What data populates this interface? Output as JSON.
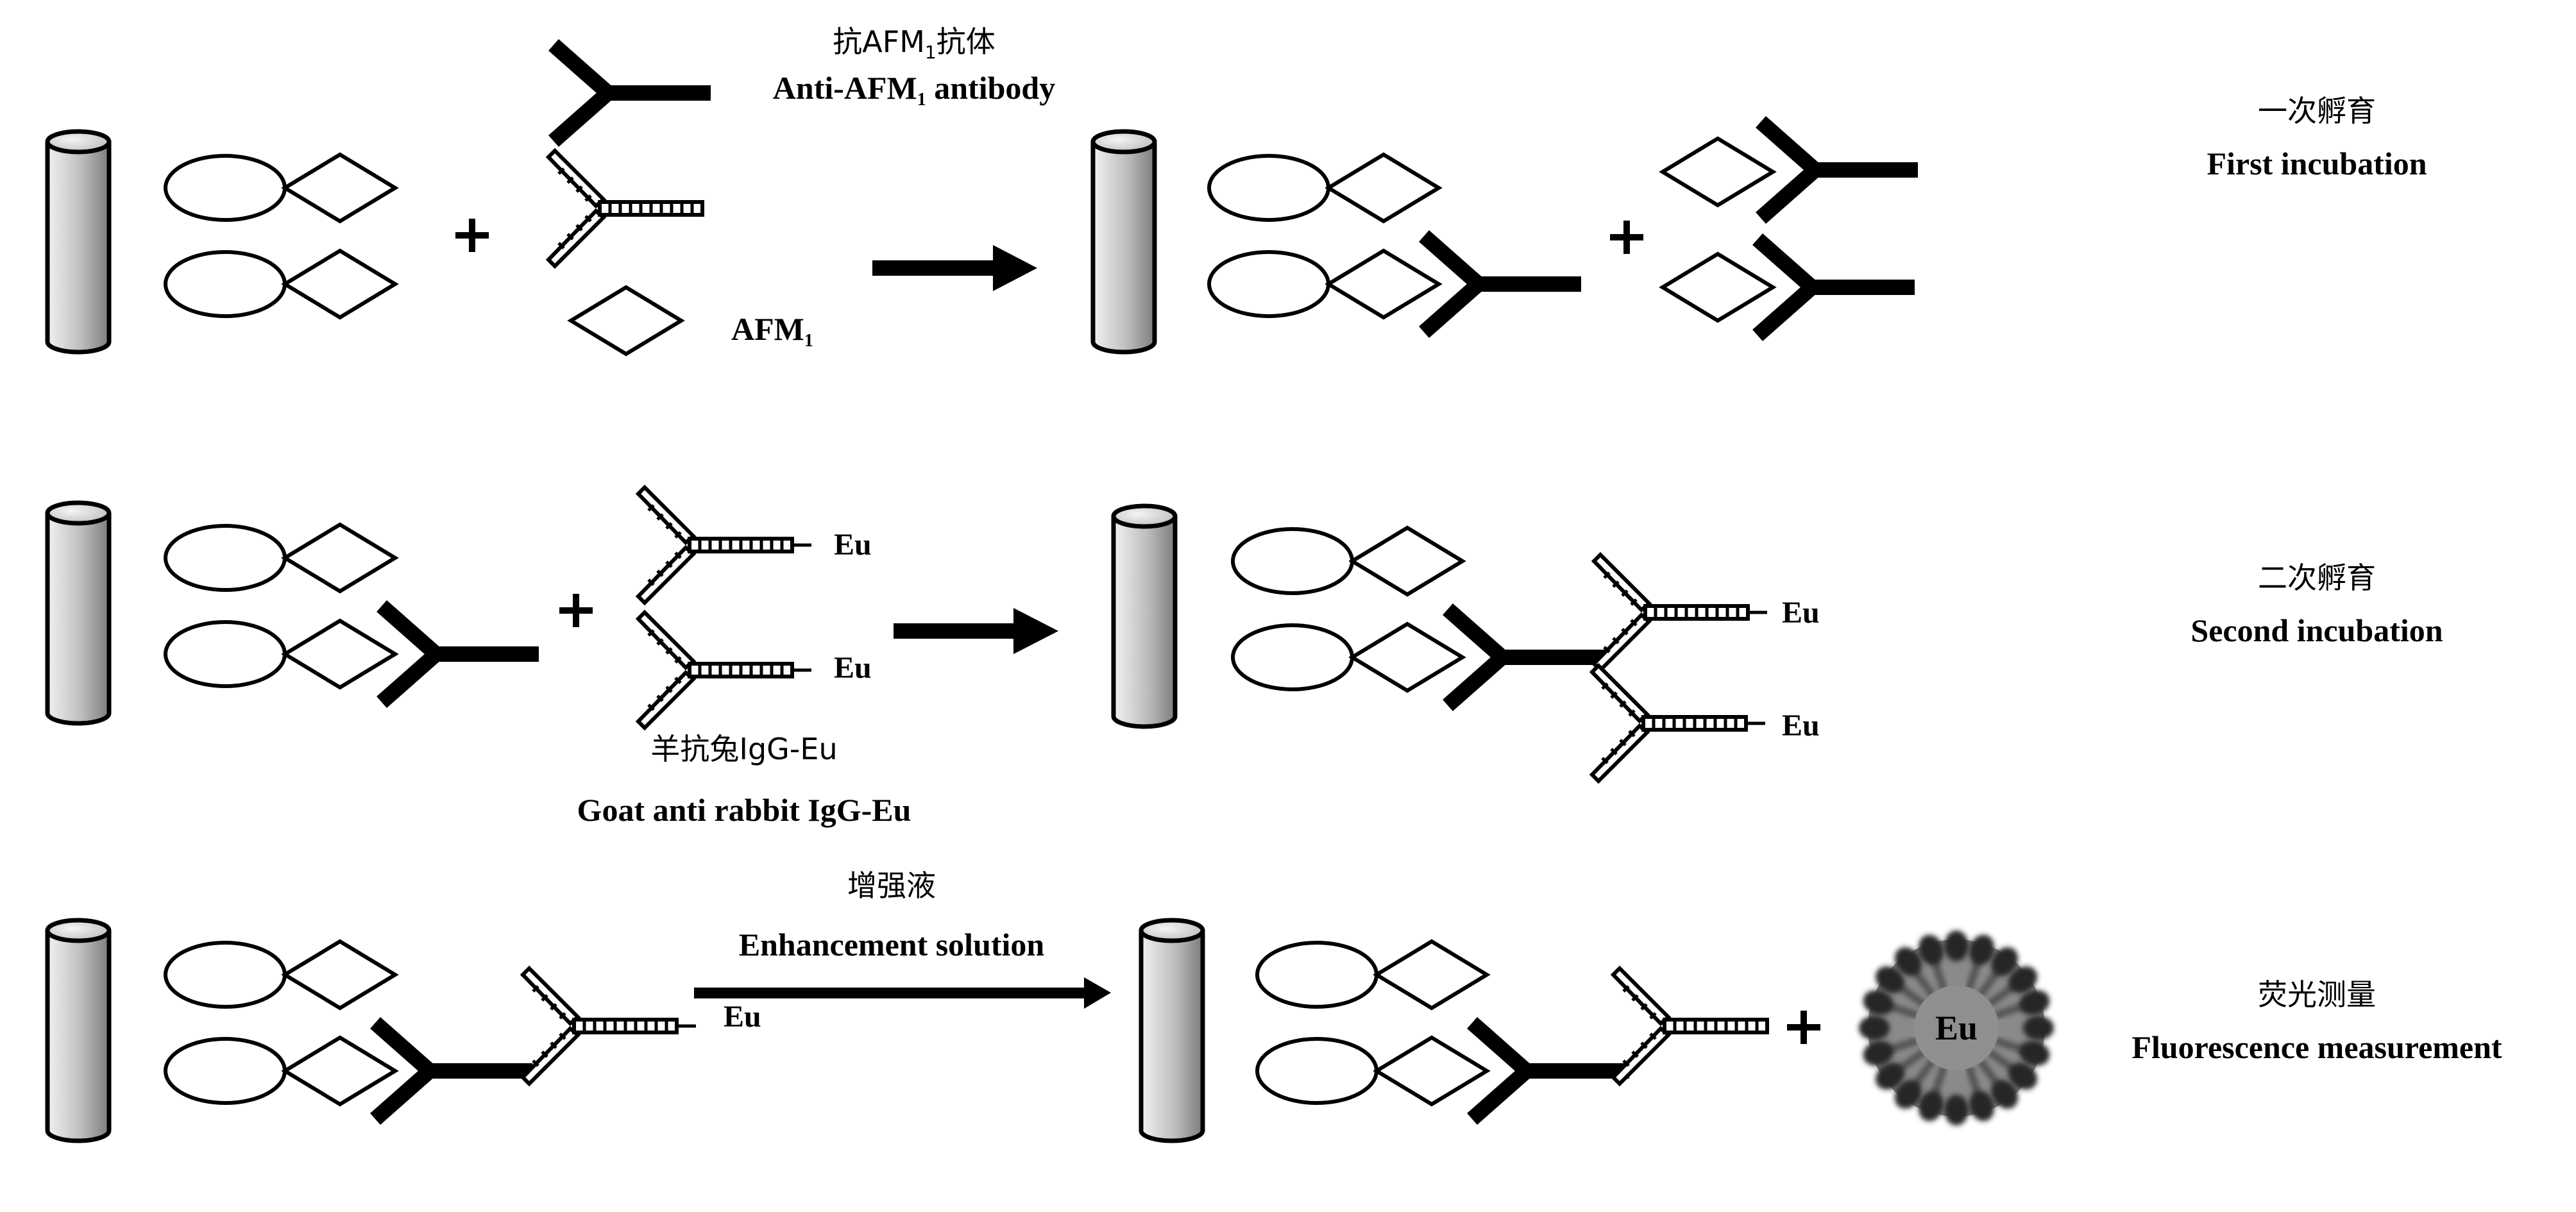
{
  "figure": {
    "type": "TRFIA assay workflow diagram",
    "colors": {
      "solid_antibody": "#000000",
      "outline": "#000000",
      "cylinder_fill_light": "#e6e6e6",
      "cylinder_fill_dark": "#8c8c8c",
      "micelle_body": "#8a8a8a",
      "micelle_lobes": "#262626",
      "background": "#ffffff"
    }
  },
  "rows": [
    {
      "id": "first-incubation",
      "stage_label_cn": "一次孵育",
      "stage_label_en": "First incubation",
      "reagent_label_cn_prefix": "抗AFM",
      "reagent_label_cn_sub": "1",
      "reagent_label_cn_suffix": "抗体",
      "reagent_label_en_prefix": "Anti-AFM",
      "reagent_label_en_sub": "1",
      "reagent_label_en_suffix": " antibody",
      "analyte_label_prefix": "AFM",
      "analyte_label_sub": "1",
      "plus_symbol": "+",
      "plus_symbol_2": "+"
    },
    {
      "id": "second-incubation",
      "stage_label_cn": "二次孵育",
      "stage_label_en": "Second incubation",
      "reagent_label_cn": "羊抗兔IgG-Eu",
      "reagent_label_en": "Goat anti rabbit IgG-Eu",
      "eu_labels": [
        "Eu",
        "Eu",
        "Eu",
        "Eu"
      ],
      "plus_symbol": "+"
    },
    {
      "id": "fluorescence-measurement",
      "stage_label_cn": "荧光测量",
      "stage_label_en": "Fluorescence measurement",
      "arrow_label_cn": "增强液",
      "arrow_label_en": "Enhancement solution",
      "eu_label": "Eu",
      "micelle_label": "Eu",
      "plus_symbol": "+"
    }
  ],
  "legend_entities": [
    {
      "name": "solid-phase-column",
      "icon": "cylinder"
    },
    {
      "name": "coated-antigen",
      "icon": "ellipse-with-diamond"
    },
    {
      "name": "anti-afm1-antibody",
      "icon": "solid-y-antibody"
    },
    {
      "name": "goat-anti-rabbit-igg-eu",
      "icon": "hatched-y-antibody"
    },
    {
      "name": "afm1",
      "icon": "diamond"
    },
    {
      "name": "eu-chelate-micelle",
      "icon": "micelle"
    }
  ]
}
